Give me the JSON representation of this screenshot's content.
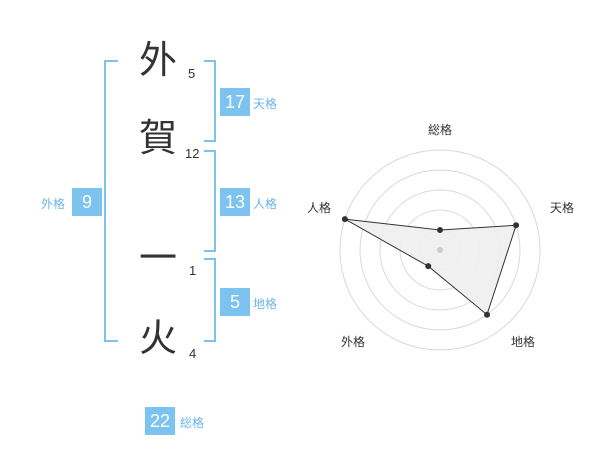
{
  "name": {
    "chars": [
      {
        "char": "外",
        "strokes": "5"
      },
      {
        "char": "賀",
        "strokes": "12"
      },
      {
        "char": "一",
        "strokes": "1"
      },
      {
        "char": "火",
        "strokes": "4"
      }
    ]
  },
  "kakusu": {
    "tenkaku": {
      "value": "17",
      "label": "天格"
    },
    "jinkaku": {
      "value": "13",
      "label": "人格"
    },
    "chikaku": {
      "value": "5",
      "label": "地格"
    },
    "gaikaku": {
      "value": "9",
      "label": "外格"
    },
    "soukaku": {
      "value": "22",
      "label": "総格"
    }
  },
  "colors": {
    "accent": "#7cc3ef",
    "label": "#6ab5e8",
    "radar_fill": "#eeeeee"
  },
  "chart_data": {
    "type": "radar",
    "axes": [
      "総格",
      "天格",
      "地格",
      "外格",
      "人格"
    ],
    "values": [
      1,
      4,
      4,
      1,
      5
    ],
    "max": 5
  }
}
